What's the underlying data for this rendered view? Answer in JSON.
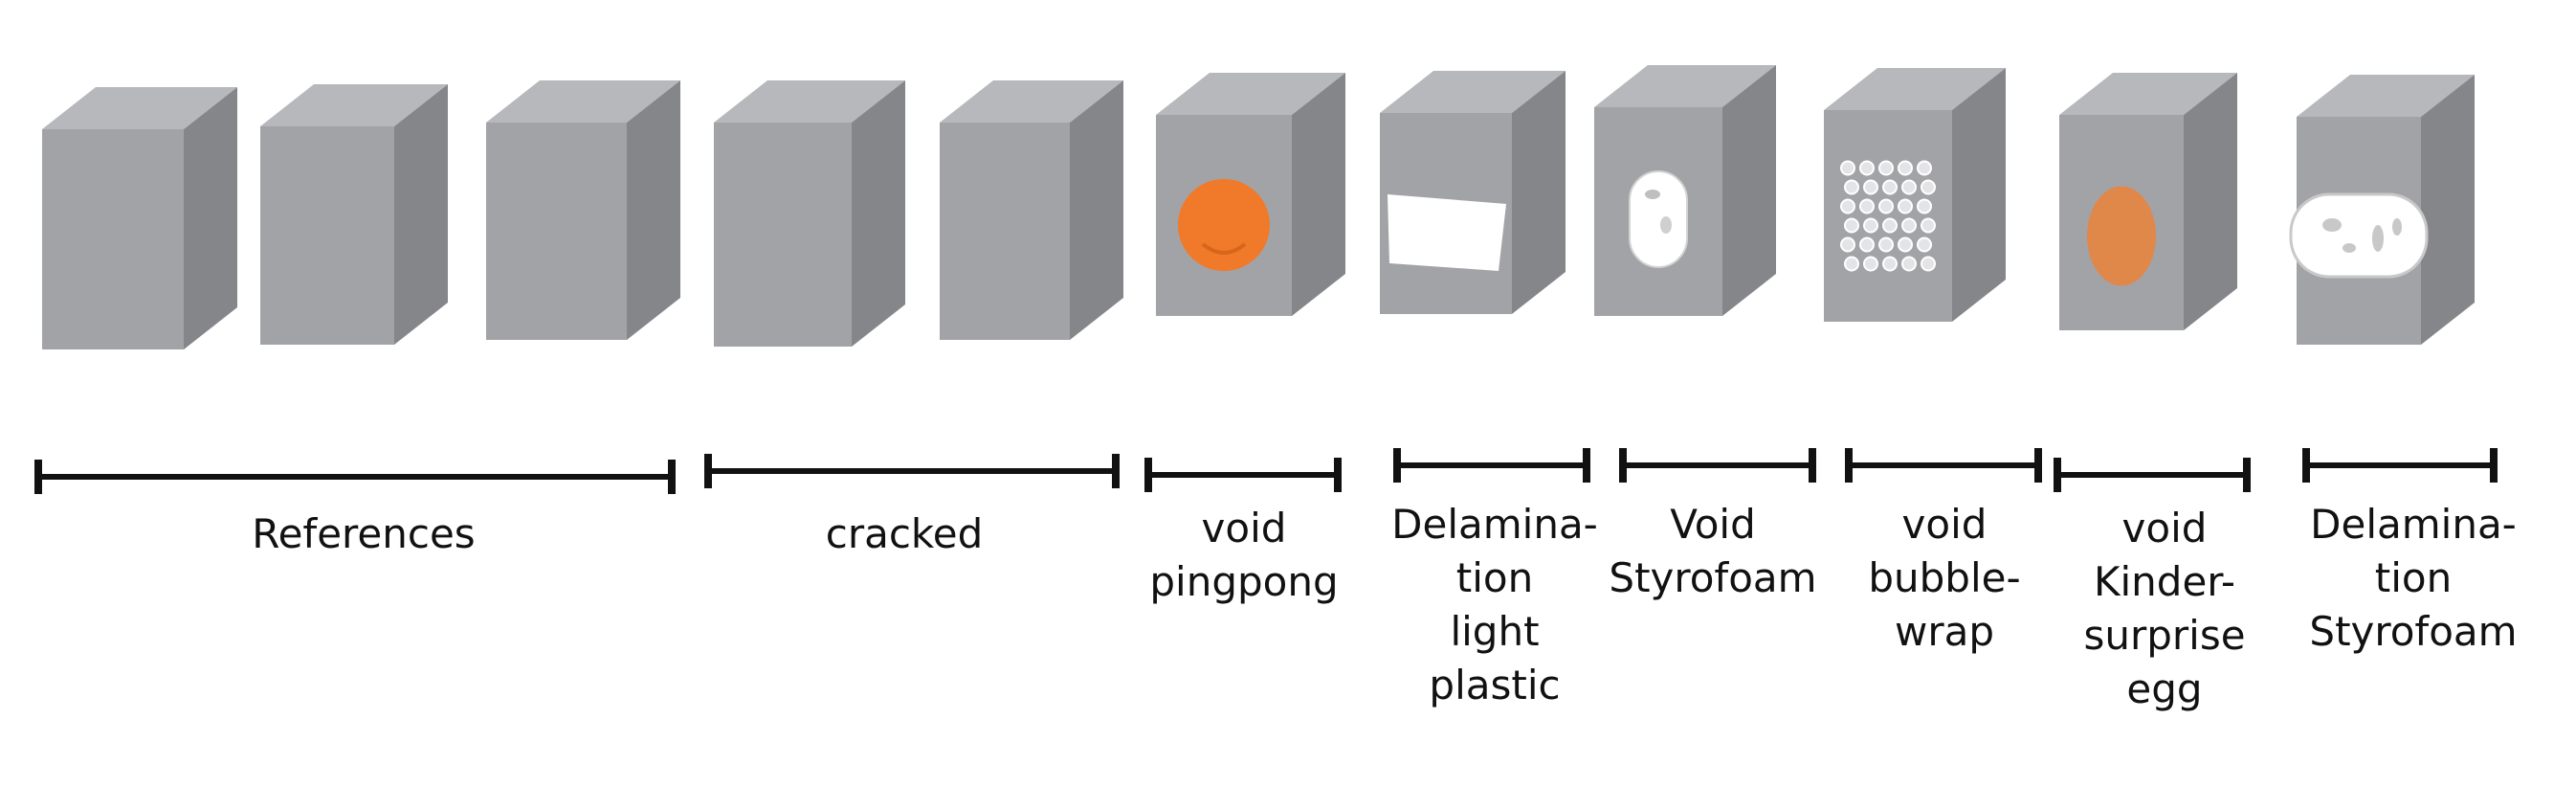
{
  "colors": {
    "cube_front": "#a2a3a7",
    "cube_top": "#b7b8bb",
    "cube_side": "#85868a",
    "inclusion_orange": "#f07a2a",
    "inclusion_orange_muted": "#e0874a",
    "inclusion_white": "#ffffff",
    "bracket": "#111111"
  },
  "samples": [
    {
      "inclusion": "none"
    },
    {
      "inclusion": "none"
    },
    {
      "inclusion": "none"
    },
    {
      "inclusion": "none"
    },
    {
      "inclusion": "none"
    },
    {
      "inclusion": "pingpong-ball"
    },
    {
      "inclusion": "light-plastic-sheet"
    },
    {
      "inclusion": "styrofoam-piece"
    },
    {
      "inclusion": "bubble-wrap"
    },
    {
      "inclusion": "kinder-surprise-egg"
    },
    {
      "inclusion": "styrofoam-sheet"
    }
  ],
  "groups": [
    {
      "lines": [
        "References"
      ]
    },
    {
      "lines": [
        "cracked"
      ]
    },
    {
      "lines": [
        "void",
        "pingpong"
      ]
    },
    {
      "lines": [
        "Delamina-",
        "tion",
        "light",
        "plastic"
      ]
    },
    {
      "lines": [
        "Void",
        "Styrofoam"
      ]
    },
    {
      "lines": [
        "void",
        "bubble-",
        "wrap"
      ]
    },
    {
      "lines": [
        "void",
        "Kinder-",
        "surprise",
        "egg"
      ]
    },
    {
      "lines": [
        "Delamina-",
        "tion",
        "Styrofoam"
      ]
    }
  ]
}
